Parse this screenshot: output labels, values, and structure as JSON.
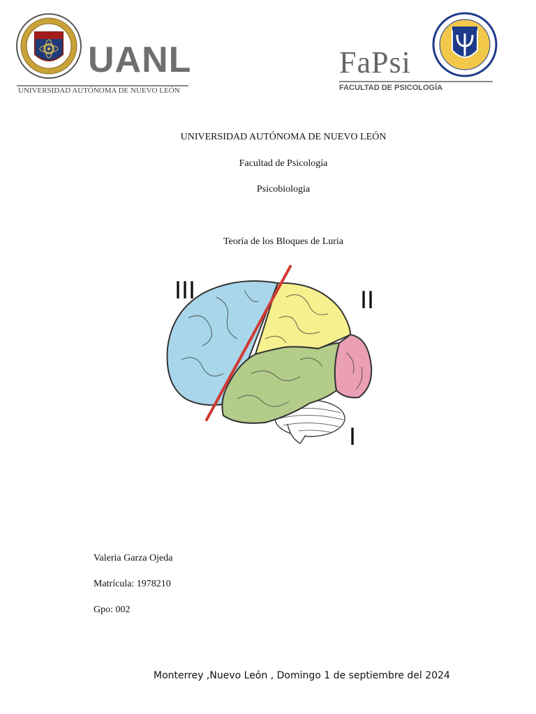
{
  "logos": {
    "uanl_wordmark": "UANL",
    "uanl_subtitle": "UNIVERSIDAD AUTÓNOMA DE NUEVO LEÓN",
    "fapsi_wordmark": "FaPsi",
    "fapsi_subtitle": "FACULTAD DE PSICOLOGÍA"
  },
  "header": {
    "university": "UNIVERSIDAD AUTÓNOMA DE NUEVO LEÓN",
    "faculty": "Facultad de Psicología",
    "course": "Psicobiologia"
  },
  "title": "Teoría de los Bloques de Luria",
  "figure": {
    "block_labels": [
      "III",
      "II",
      "I"
    ],
    "colors": {
      "frontal": "#a9d6ea",
      "parietal": "#f6f08e",
      "temporal": "#b3cc8a",
      "occipital": "#ea9fb4",
      "divider": "#d03a32"
    }
  },
  "student": {
    "name": "Valeria Garza Ojeda",
    "matricula": "Matrícula: 1978210",
    "group": "Gpo: 002"
  },
  "footer": "Monterrey ,Nuevo León , Domingo 1 de septiembre del 2024"
}
